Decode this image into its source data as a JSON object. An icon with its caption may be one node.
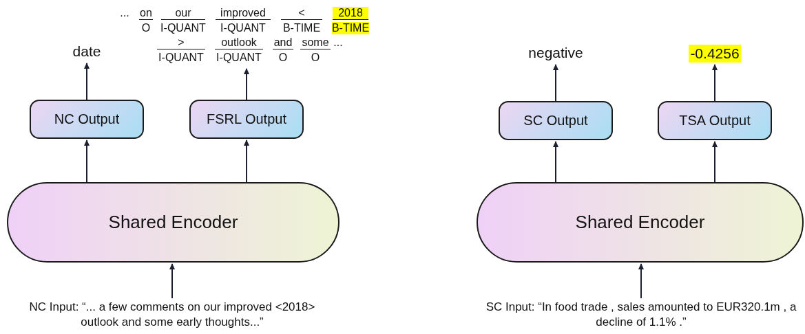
{
  "diagram": {
    "nodes": [
      {
        "text": [
          "date"
        ]
      },
      {
        "text": [
          "...",
          "on",
          "our",
          "improved",
          "<",
          "2018",
          "O",
          "I-QUANT",
          "I-QUANT",
          "B-TIME",
          "B-TIME",
          ">",
          "outlook",
          "and",
          "some",
          "...",
          "I-QUANT",
          "I-QUANT",
          "O",
          "O"
        ]
      },
      {
        "text": [
          "NC Output"
        ]
      },
      {
        "text": [
          "FSRL Output"
        ]
      },
      {
        "text": [
          "Shared Encoder"
        ]
      },
      {
        "text": [
          "NC Input: “... a few comments on our improved <2018> outlook and some early thoughts...”"
        ]
      },
      {
        "text": [
          "negative"
        ]
      },
      {
        "text": [
          "-0.4256"
        ]
      },
      {
        "text": [
          "SC Output"
        ]
      },
      {
        "text": [
          "TSA Output"
        ]
      },
      {
        "text": [
          "Shared Encoder"
        ]
      },
      {
        "text": [
          "SC Input: “In food trade , sales amounted to EUR320.1m , a decline of 1.1% .”"
        ]
      }
    ],
    "edges": [
      {
        "from": 2,
        "to": 0,
        "arrow": "to"
      },
      {
        "from": 3,
        "to": 1,
        "arrow": "to"
      },
      {
        "from": 4,
        "to": 2,
        "arrow": "to"
      },
      {
        "from": 4,
        "to": 3,
        "arrow": "to"
      },
      {
        "from": 5,
        "to": 4,
        "arrow": "to"
      },
      {
        "from": 8,
        "to": 6,
        "arrow": "to"
      },
      {
        "from": 9,
        "to": 7,
        "arrow": "to"
      },
      {
        "from": 10,
        "to": 8,
        "arrow": "to"
      },
      {
        "from": 10,
        "to": 9,
        "arrow": "to"
      },
      {
        "from": 11,
        "to": 10,
        "arrow": "to"
      }
    ]
  }
}
